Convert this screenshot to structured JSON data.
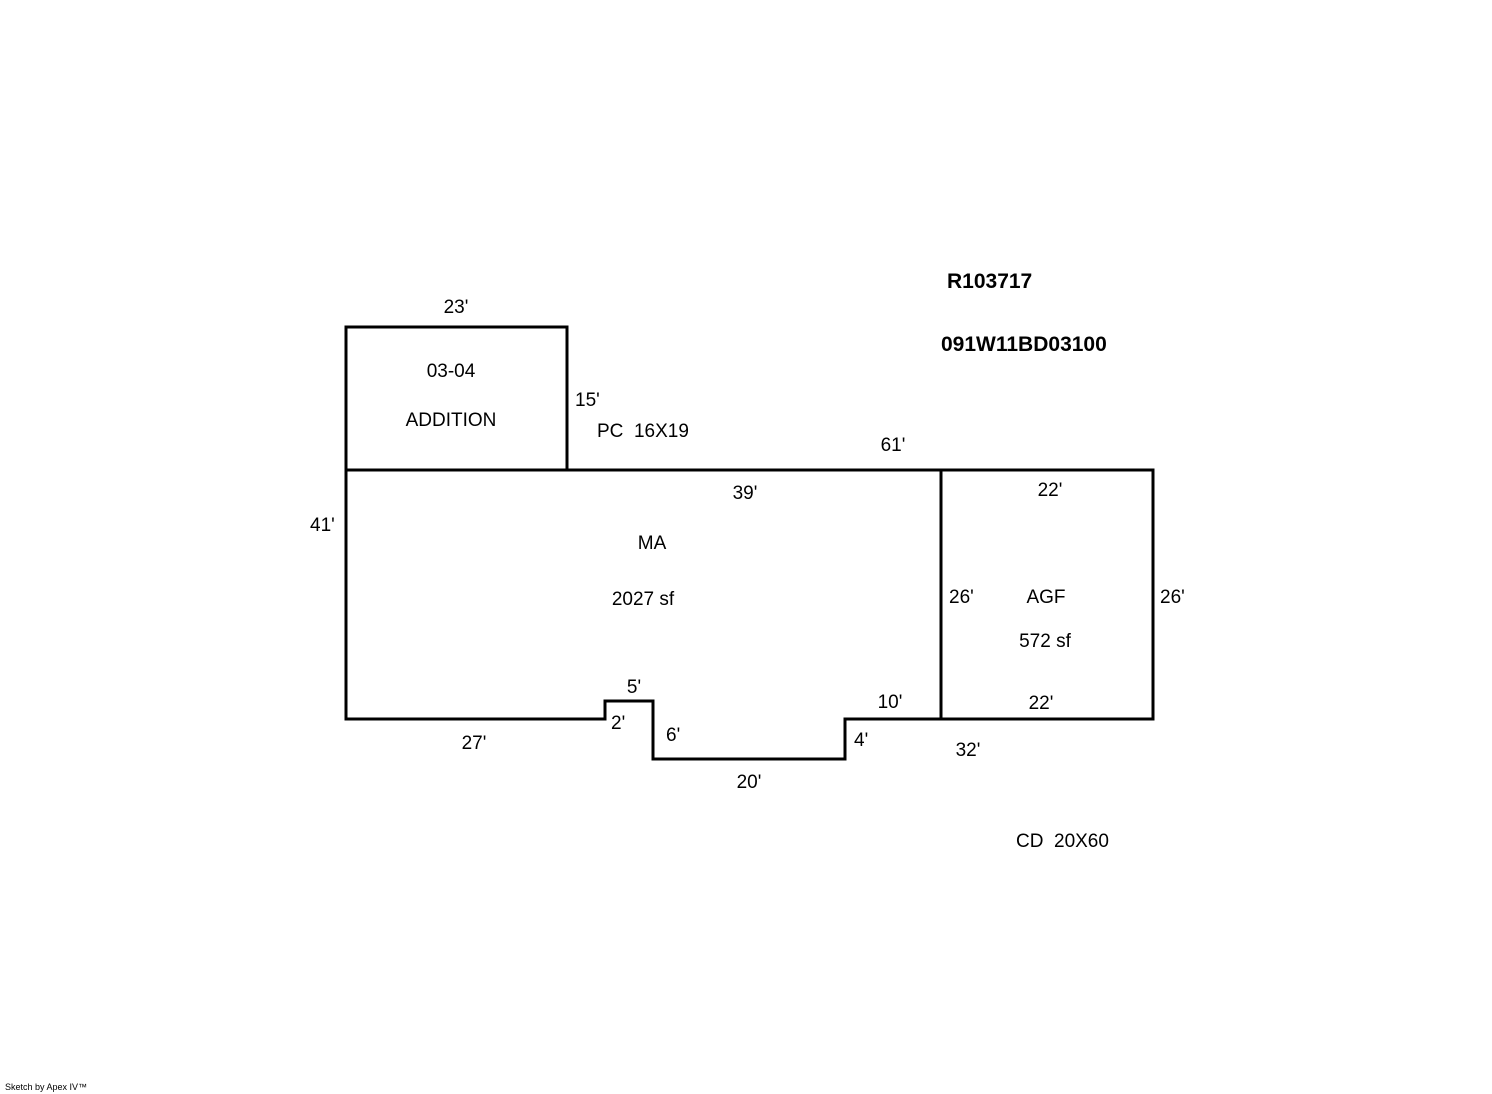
{
  "ids": {
    "account": "R103717",
    "map_tax_lot": "091W11BD03100"
  },
  "addition": {
    "year": "03-04",
    "name": "ADDITION",
    "top": "23'",
    "right": "15'"
  },
  "porch": {
    "label": "PC  16X19"
  },
  "main_area": {
    "code": "MA",
    "area": "2027 sf",
    "dims": {
      "left": "41'",
      "top_overall": "61'",
      "top_inner": "39'",
      "bottom_left": "27'",
      "notch_left": "2'",
      "notch_top": "5'",
      "step_left": "6'",
      "bottom_mid": "20'",
      "step_right": "4'",
      "bottom_right": "10'",
      "bottom_overall": "32'"
    }
  },
  "garage": {
    "code": "AGF",
    "area": "572 sf",
    "dims": {
      "top": "22'",
      "bottom": "22'",
      "left": "26'",
      "right": "26'"
    }
  },
  "deck": {
    "label": "CD  20X60"
  },
  "footer": {
    "credit": "Sketch by Apex IV™"
  },
  "colors": {
    "line": "#000000",
    "background": "#ffffff"
  }
}
